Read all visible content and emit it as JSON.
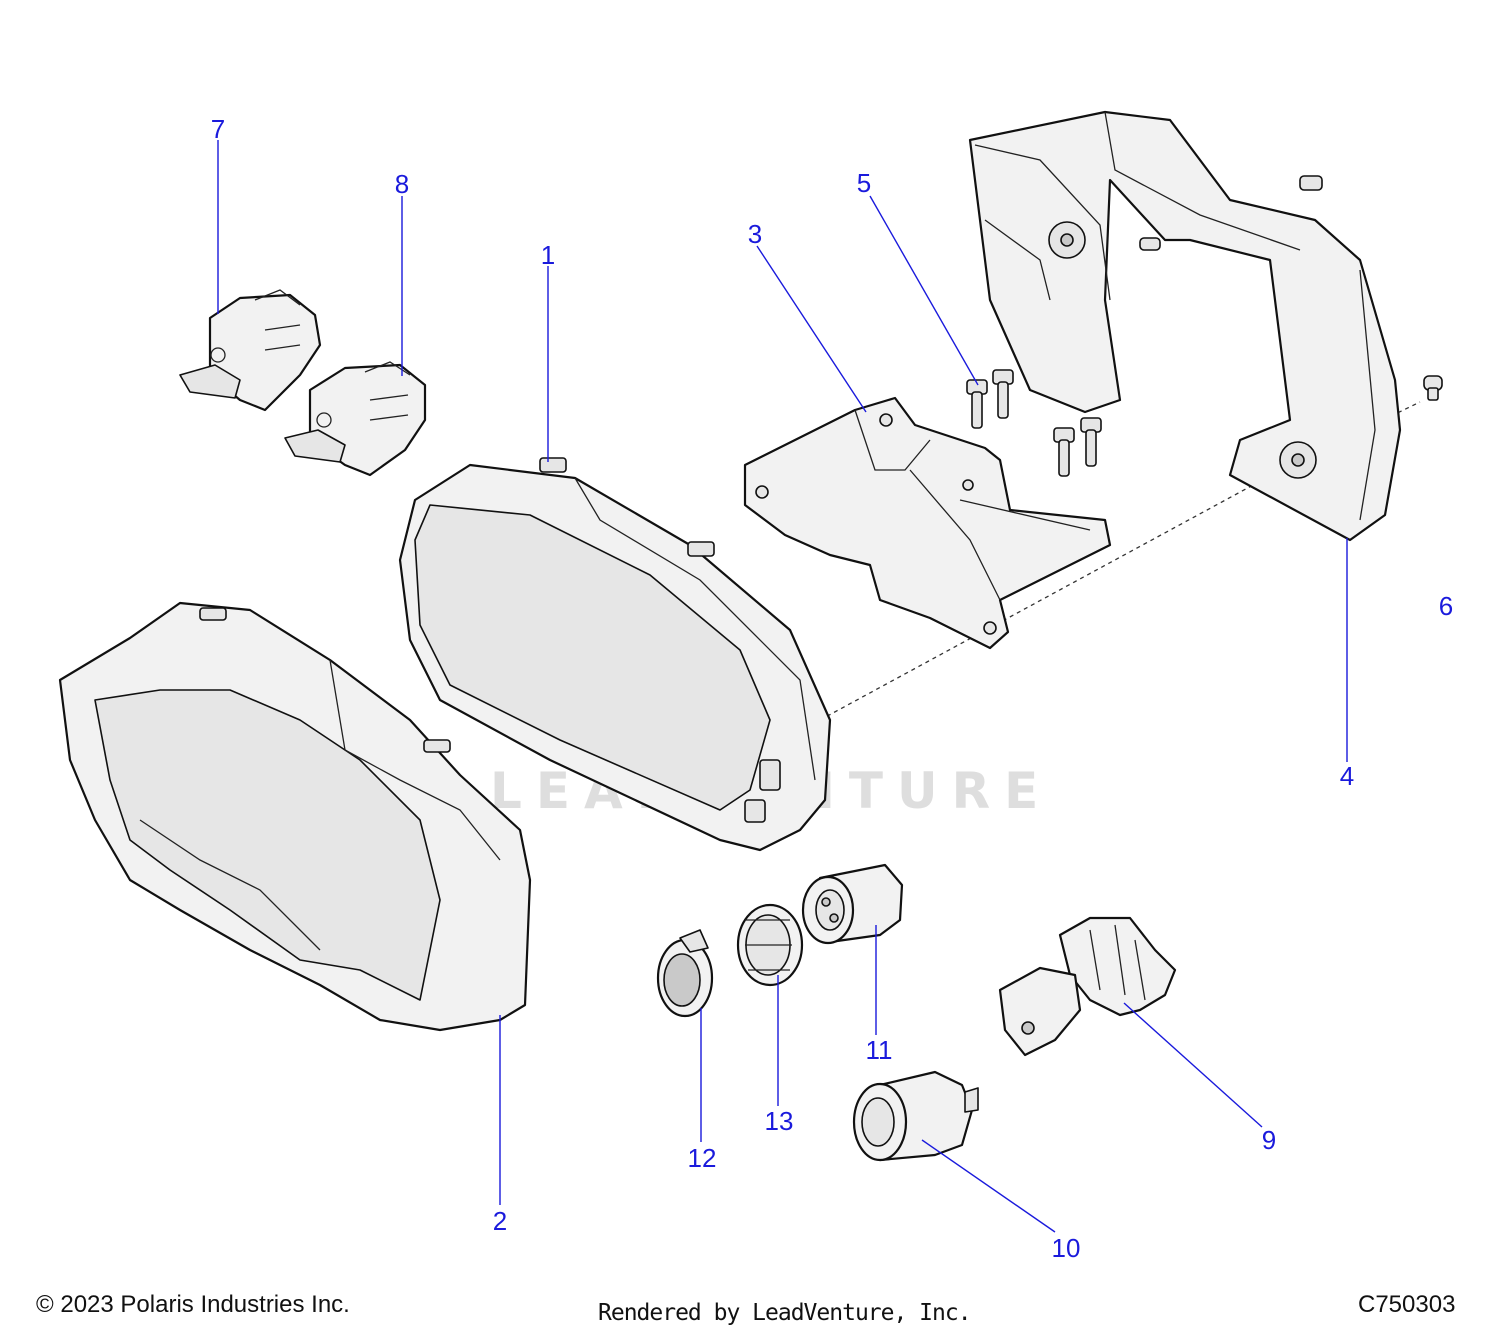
{
  "callouts": [
    {
      "label": "1",
      "part": "instrument-cluster"
    },
    {
      "label": "2",
      "part": "bezel"
    },
    {
      "label": "3",
      "part": "mounting-bracket"
    },
    {
      "label": "4",
      "part": "dash-housing"
    },
    {
      "label": "5",
      "part": "bolt"
    },
    {
      "label": "6",
      "part": "screw"
    },
    {
      "label": "7",
      "part": "switch-light"
    },
    {
      "label": "8",
      "part": "switch-fan"
    },
    {
      "label": "9",
      "part": "ignition-switch"
    },
    {
      "label": "10",
      "part": "power-outlet"
    },
    {
      "label": "11",
      "part": "usb-socket"
    },
    {
      "label": "12",
      "part": "socket-cap"
    },
    {
      "label": "13",
      "part": "retaining-nut"
    }
  ],
  "watermark": "LEADVENTURE",
  "footer": {
    "copyright": "© 2023 Polaris Industries Inc.",
    "rendered_by": "Rendered by LeadVenture, Inc.",
    "diagram_code": "C750303"
  }
}
